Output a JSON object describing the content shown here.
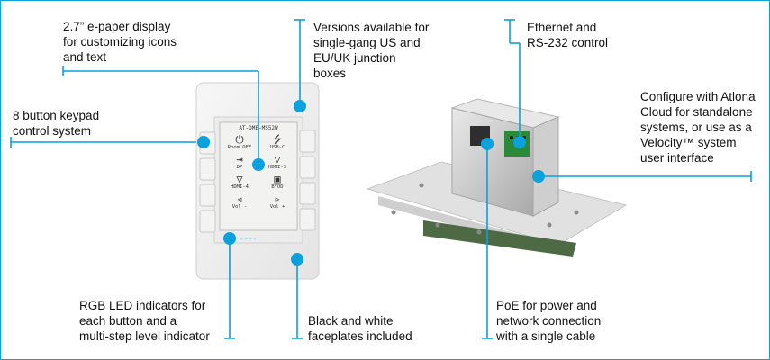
{
  "callouts": {
    "epaper": "2.7” e-paper display\nfor customizing icons\nand text",
    "versions": "Versions available for\nsingle-gang US and\nEU/UK junction\nboxes",
    "ethernet": "Ethernet and\nRS-232 control",
    "keypad": "8 button keypad\ncontrol system",
    "atlona": "Configure with Atlona\nCloud for standalone\nsystems, or use as a\nVelocity™ system\nuser interface",
    "rgb": "RGB LED indicators for\neach button and a\nmulti-step level indicator",
    "faceplates": "Black and white\nfaceplates included",
    "poe": "PoE for power and\nnetwork connection\nwith a single cable"
  },
  "display": {
    "header": "AT-OME-MS52W",
    "tiles": [
      "Room OFF",
      "USB-C",
      "DP",
      "HDMI-3",
      "HDMI-4",
      "BYOD",
      "Vol -",
      "Vol +"
    ]
  },
  "colors": {
    "accent": "#0aa1dd",
    "text": "#111111"
  },
  "icons": [
    "power-icon",
    "usb-icon",
    "input-icon",
    "hdmi-icon",
    "hdmi-icon",
    "byod-icon",
    "volume-down-icon",
    "volume-up-icon"
  ]
}
